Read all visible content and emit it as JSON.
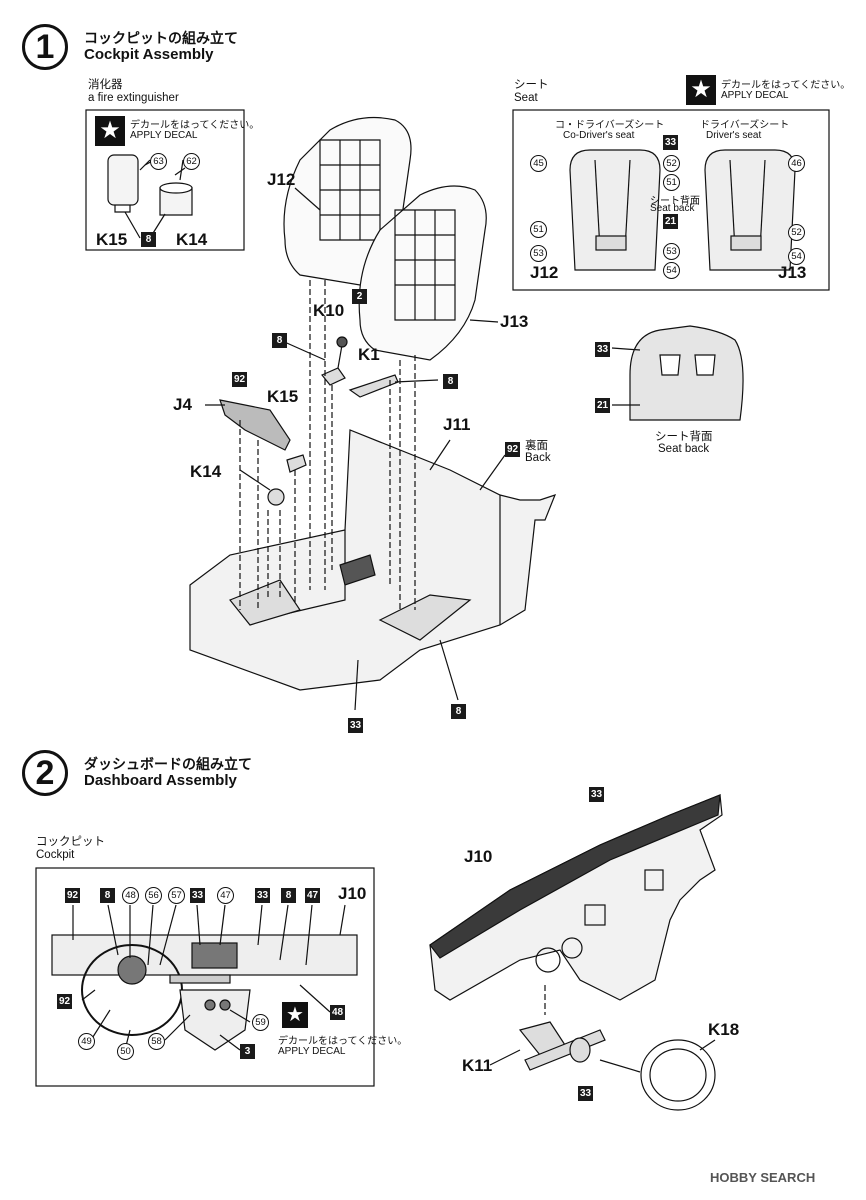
{
  "step1": {
    "number": "1",
    "title_jp": "コックピットの組み立て",
    "title_en": "Cockpit Assembly",
    "fire_ext": {
      "label_jp": "消化器",
      "label_en": "a fire extinguisher",
      "decal_jp": "デカールをはってください。",
      "decal_en": "APPLY DECAL",
      "callouts": [
        "63",
        "62"
      ],
      "parts": [
        "K15",
        "8",
        "K14"
      ]
    },
    "seat": {
      "label_jp": "シート",
      "label_en": "Seat",
      "decal_jp": "デカールをはってください。",
      "decal_en": "APPLY DECAL",
      "codriver_jp": "コ・ドライバーズシート",
      "codriver_en": "Co-Driver's seat",
      "driver_jp": "ドライバーズシート",
      "driver_en": "Driver's seat",
      "seatback_jp": "シート背面",
      "seatback_en": "Seat back",
      "callouts": [
        "45",
        "52",
        "46",
        "51",
        "51",
        "52",
        "53",
        "53",
        "54",
        "54"
      ],
      "squares": [
        "33",
        "21"
      ],
      "parts": [
        "J12",
        "J13"
      ]
    },
    "seat_back": {
      "label_jp": "シート背面",
      "label_en": "Seat back",
      "squares": [
        "33",
        "21"
      ]
    },
    "main_parts": {
      "j12": "J12",
      "j13": "J13",
      "k10": "K10",
      "k1": "K1",
      "j4": "J4",
      "k15": "K15",
      "k14": "K14",
      "j11": "J11",
      "back_jp": "裏面",
      "back_en": "Back",
      "sq_2": "2",
      "sq_8a": "8",
      "sq_8b": "8",
      "sq_92a": "92",
      "sq_92b": "92",
      "sq_8c": "8",
      "sq_33": "33"
    }
  },
  "step2": {
    "number": "2",
    "title_jp": "ダッシュボードの組み立て",
    "title_en": "Dashboard Assembly",
    "cockpit": {
      "label_jp": "コックピット",
      "label_en": "Cockpit",
      "decal_jp": "デカールをはってください。",
      "decal_en": "APPLY DECAL",
      "top_squares": [
        "92",
        "8",
        "33",
        "33",
        "8",
        "47"
      ],
      "top_circles": [
        "48",
        "56",
        "57",
        "47"
      ],
      "part": "J10",
      "left_sq": "92",
      "bottom_circles": [
        "49",
        "50",
        "58",
        "59"
      ],
      "bottom_sq": "3",
      "right_sq": "48"
    },
    "dash": {
      "j10": "J10",
      "k11": "K11",
      "k18": "K18",
      "sq_top": "33",
      "sq_bottom": "33"
    }
  },
  "watermark": "HOBBY SEARCH"
}
